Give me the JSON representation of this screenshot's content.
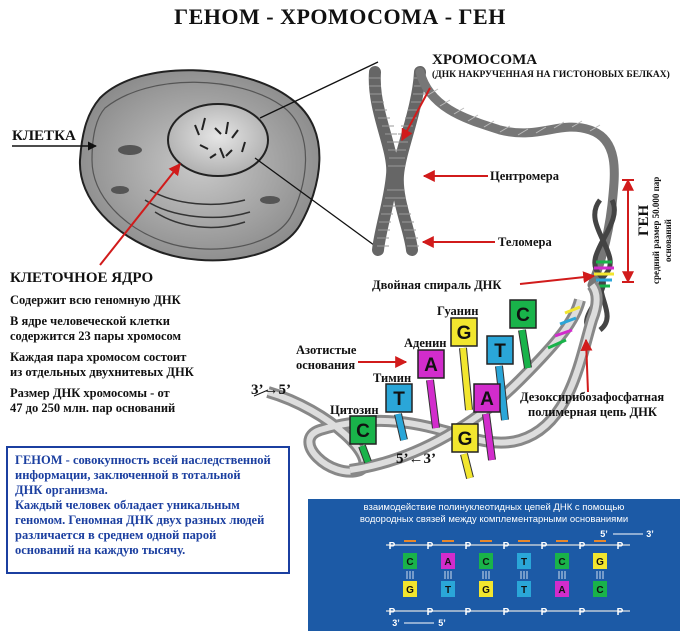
{
  "title": "ГЕНОМ - ХРОМОСОМА - ГЕН",
  "labels": {
    "cell": "КЛЕТКА",
    "chromosome": "ХРОМОСОМА",
    "chromosome_sub": "(ДНК НАКРУЧЕННАЯ НА ГИСТОНОВЫХ БЕЛКАХ)",
    "centromere": "Центромера",
    "telomere": "Теломера",
    "double_helix": "Двойная спираль ДНК",
    "gene": "ГЕН",
    "gene_size_line1": "средний размер 50.000 пар",
    "gene_size_line2": "оснований",
    "nitrogen_bases_line1": "Азотистые",
    "nitrogen_bases_line2": "основания",
    "adenine": "Аденин",
    "guanine": "Гуанин",
    "thymine": "Тимин",
    "cytosine": "Цитозин",
    "end_35": "3’→5’",
    "end_53": "5’←3’",
    "backbone_line1": "Дезоксирибозафосфатная",
    "backbone_line2": "полимерная цепь ДНК"
  },
  "nucleus": {
    "heading": "КЛЕТОЧНОЕ ЯДРО",
    "lines": [
      "Содержит всю геномную ДНК",
      "В ядре человеческой клетки",
      "содержится 23 пары хромосом",
      "Каждая пара хромосом состоит",
      "из отдельных двухнитевых  ДНК",
      "Размер ДНК хромосомы - от",
      "47 до 250 млн. пар оснований"
    ]
  },
  "genome": {
    "lines": [
      "ГЕНОМ - совокупность всей наследственной",
      "информации, заключенной в тотальной",
      "ДНК организма.",
      "Каждый человек обладает уникальным",
      "геномом. Геномная ДНК двух разных людей",
      "различается в среднем одной парой",
      "оснований на каждую тысячу."
    ]
  },
  "bases": [
    {
      "letter": "C",
      "color": "#19b34a"
    },
    {
      "letter": "T",
      "color": "#2aa6d8"
    },
    {
      "letter": "A",
      "color": "#d22ccc"
    },
    {
      "letter": "G",
      "color": "#f2e62e"
    },
    {
      "letter": "T",
      "color": "#2aa6d8"
    },
    {
      "letter": "C",
      "color": "#19b34a"
    },
    {
      "letter": "A",
      "color": "#d22ccc"
    },
    {
      "letter": "G",
      "color": "#f2e62e"
    }
  ],
  "hbonds": {
    "caption_line1": "взаимодействие полинуклеотидных цепей ДНК с помощью",
    "caption_line2": "водородных связей между комплементарными основаниями",
    "top_dir": "5’",
    "top_dir2": "3’",
    "bottom_dir": "3’",
    "bottom_dir2": "5’",
    "phosphate": "P",
    "top_row": [
      "C",
      "A",
      "C",
      "T",
      "C",
      "G"
    ],
    "bottom_row": [
      "G",
      "T",
      "G",
      "T",
      "A",
      "C"
    ]
  },
  "colors": {
    "C": "#19b34a",
    "T": "#2aa6d8",
    "A": "#d22ccc",
    "G": "#f2e62e",
    "arrow": "#d11b1b",
    "blue_text": "#1b3fa0",
    "panel": "#1c5aa6"
  }
}
